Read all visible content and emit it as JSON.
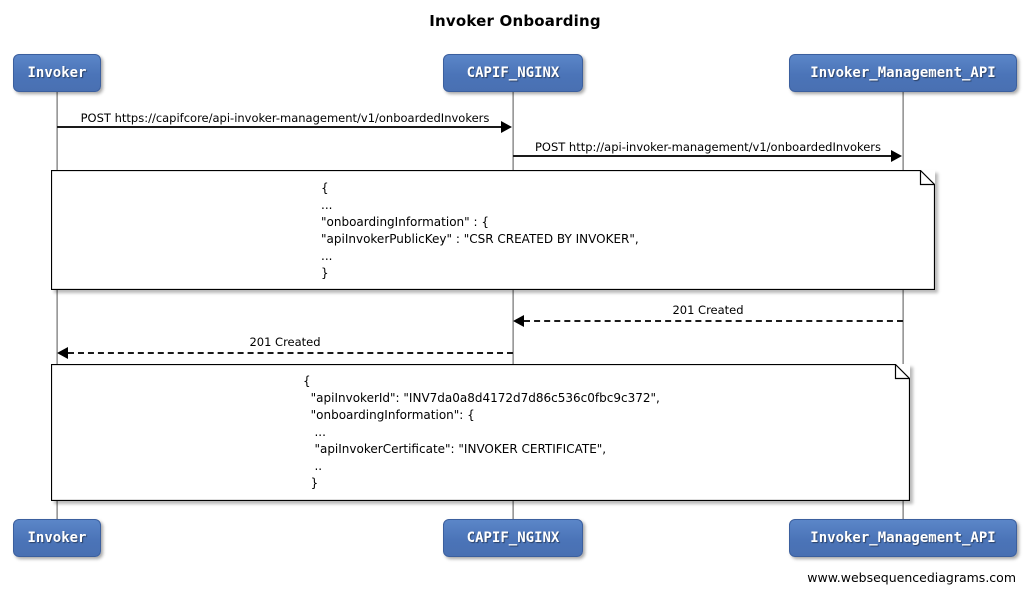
{
  "diagram": {
    "title": "Invoker Onboarding",
    "footer": "www.websequencediagrams.com",
    "colors": {
      "participant_fill": "#4b74b8",
      "participant_border": "#3b5f9e",
      "participant_text": "#ffffff",
      "lifeline": "#9a9a9a",
      "arrow": "#000000",
      "note_border": "#000000",
      "note_fill": "#ffffff",
      "background": "#ffffff"
    }
  },
  "participants": [
    {
      "id": "invoker",
      "label": "Invoker"
    },
    {
      "id": "capif_nginx",
      "label": "CAPIF_NGINX"
    },
    {
      "id": "invoker_management_api",
      "label": "Invoker_Management_API"
    }
  ],
  "messages": [
    {
      "id": "msg1",
      "label": "POST https://capifcore/api-invoker-management/v1/onboardedInvokers",
      "from": "invoker",
      "to": "capif_nginx",
      "style": "solid",
      "direction": "right"
    },
    {
      "id": "msg2",
      "label": "POST http://api-invoker-management/v1/onboardedInvokers",
      "from": "capif_nginx",
      "to": "invoker_management_api",
      "style": "solid",
      "direction": "right"
    },
    {
      "id": "msg3",
      "label": "201 Created",
      "from": "invoker_management_api",
      "to": "capif_nginx",
      "style": "dashed",
      "direction": "left"
    },
    {
      "id": "msg4",
      "label": "201 Created",
      "from": "capif_nginx",
      "to": "invoker",
      "style": "dashed",
      "direction": "left"
    }
  ],
  "notes": [
    {
      "id": "note1",
      "lines": [
        "{",
        "...",
        "\"onboardingInformation\" : {",
        "\"apiInvokerPublicKey\" : \"CSR CREATED BY INVOKER\",",
        "...",
        "}"
      ]
    },
    {
      "id": "note2",
      "lines": [
        "{",
        "  \"apiInvokerId\": \"INV7da0a8d4172d7d86c536c0fbc9c372\",",
        "  \"onboardingInformation\": {",
        "   ...",
        "   \"apiInvokerCertificate\": \"INVOKER CERTIFICATE\",",
        "   ..",
        "  }"
      ]
    }
  ]
}
